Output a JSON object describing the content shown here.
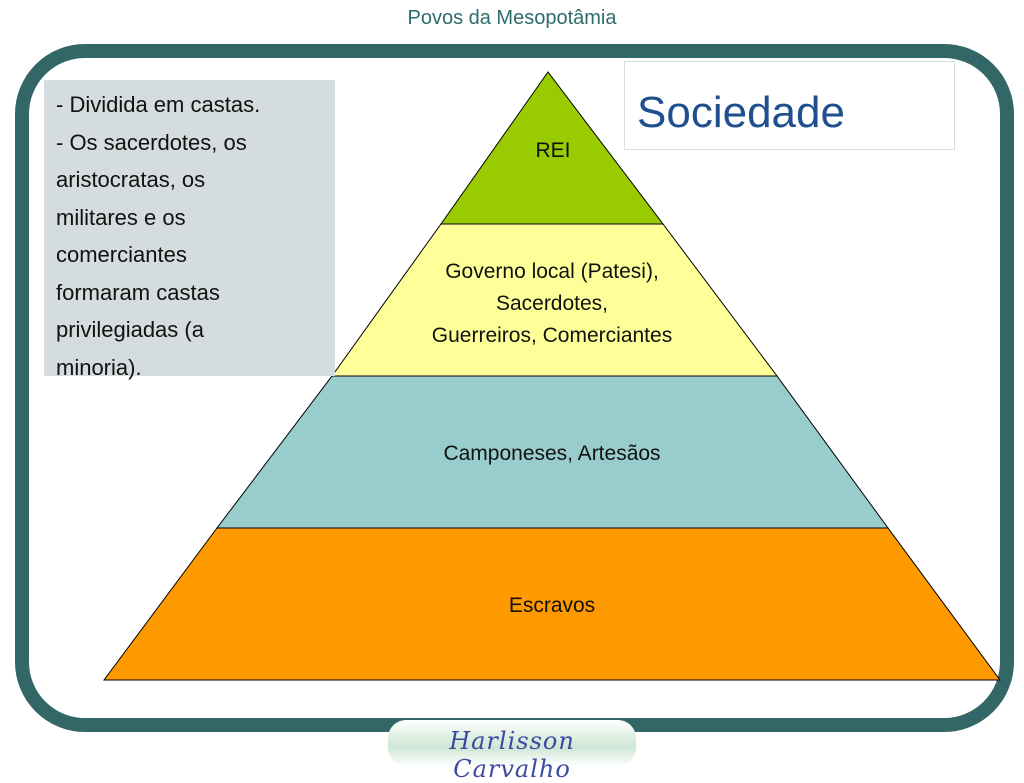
{
  "header": {
    "title": "Povos da Mesopotâmia"
  },
  "slide": {
    "title": "Sociedade",
    "note_lines": [
      "- Dividida em castas.",
      "- Os sacerdotes, os",
      "aristocratas, os",
      "militares e os",
      "comerciantes",
      "formaram castas",
      "privilegiadas (a",
      "minoria)."
    ]
  },
  "pyramid": {
    "levels": [
      {
        "lines": [
          "REI"
        ],
        "color": "#99cc00"
      },
      {
        "lines": [
          "Governo local (Patesi),",
          "Sacerdotes,",
          "Guerreiros, Comerciantes"
        ],
        "color": "#ffff99"
      },
      {
        "lines": [
          "Camponeses, Artesãos"
        ],
        "color": "#99cccc"
      },
      {
        "lines": [
          "Escravos"
        ],
        "color": "#ff9900"
      }
    ]
  },
  "footer": {
    "author": "Harlisson Carvalho"
  }
}
